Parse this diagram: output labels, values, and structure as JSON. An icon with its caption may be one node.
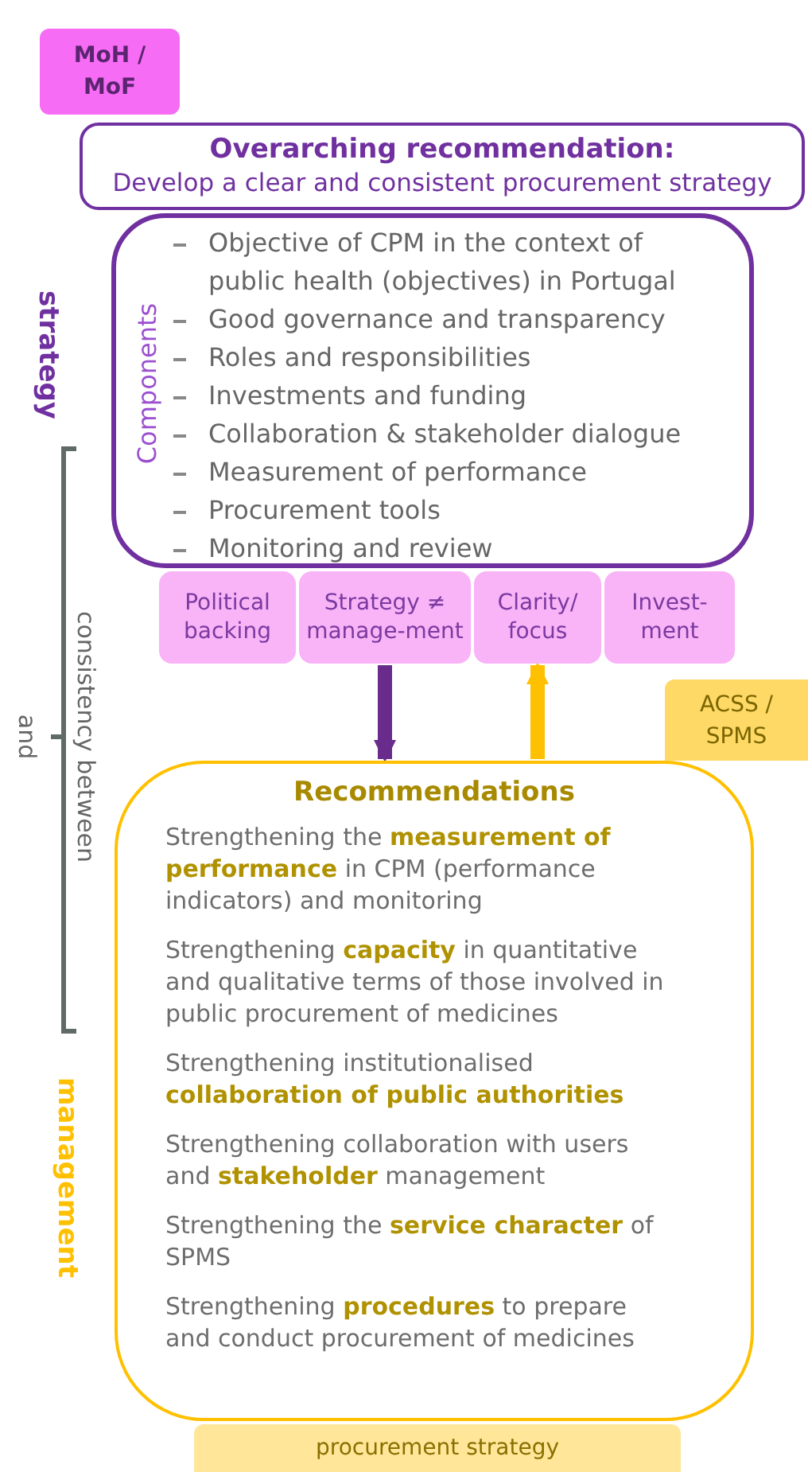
{
  "diagram": {
    "nodes": [
      {
        "text": [
          "MoH / MoF"
        ]
      },
      {
        "text": [
          "Overarching recommendation:",
          "Develop a clear and consistent procurement strategy"
        ]
      },
      {
        "text": [
          "Components",
          "Objective of CPM in the context of public health (objectives) in Portugal",
          "Good governance and transparency",
          "Roles and responsibilities",
          "Investments and funding",
          "Collaboration & stakeholder dialogue",
          "Measurement of performance",
          "Procurement tools",
          "Monitoring and review"
        ]
      },
      {
        "text": [
          "Political backing"
        ]
      },
      {
        "text": [
          "Strategy ≠ manage-ment"
        ]
      },
      {
        "text": [
          "Clarity/ focus"
        ]
      },
      {
        "text": [
          "Invest-ment"
        ]
      },
      {
        "text": [
          "Recommendations",
          "Strengthening the **measurement of performance** in CPM (performance indicators) and monitoring",
          "Strengthening **capacity** in quantitative and qualitative terms of those involved in public procurement of medicines",
          "Strengthening institutionalised **collaboration of public authorities**",
          "Strengthening collaboration with users and **stakeholder** management",
          "Strengthening the **service character** of SPMS",
          "Strengthening **procedures** to prepare and conduct procurement of medicines"
        ]
      },
      {
        "text": [
          "ACSS / SPMS"
        ]
      },
      {
        "text": [
          "procurement strategy"
        ]
      }
    ],
    "edges": [
      {
        "from": 4,
        "to": 7,
        "arrow": "to",
        "color": "#6a2c8c"
      },
      {
        "from": 7,
        "to": 5,
        "arrow": "to",
        "color": "#ffc000"
      }
    ],
    "labels": [
      "strategy",
      "consistency between",
      "and",
      "management"
    ]
  }
}
